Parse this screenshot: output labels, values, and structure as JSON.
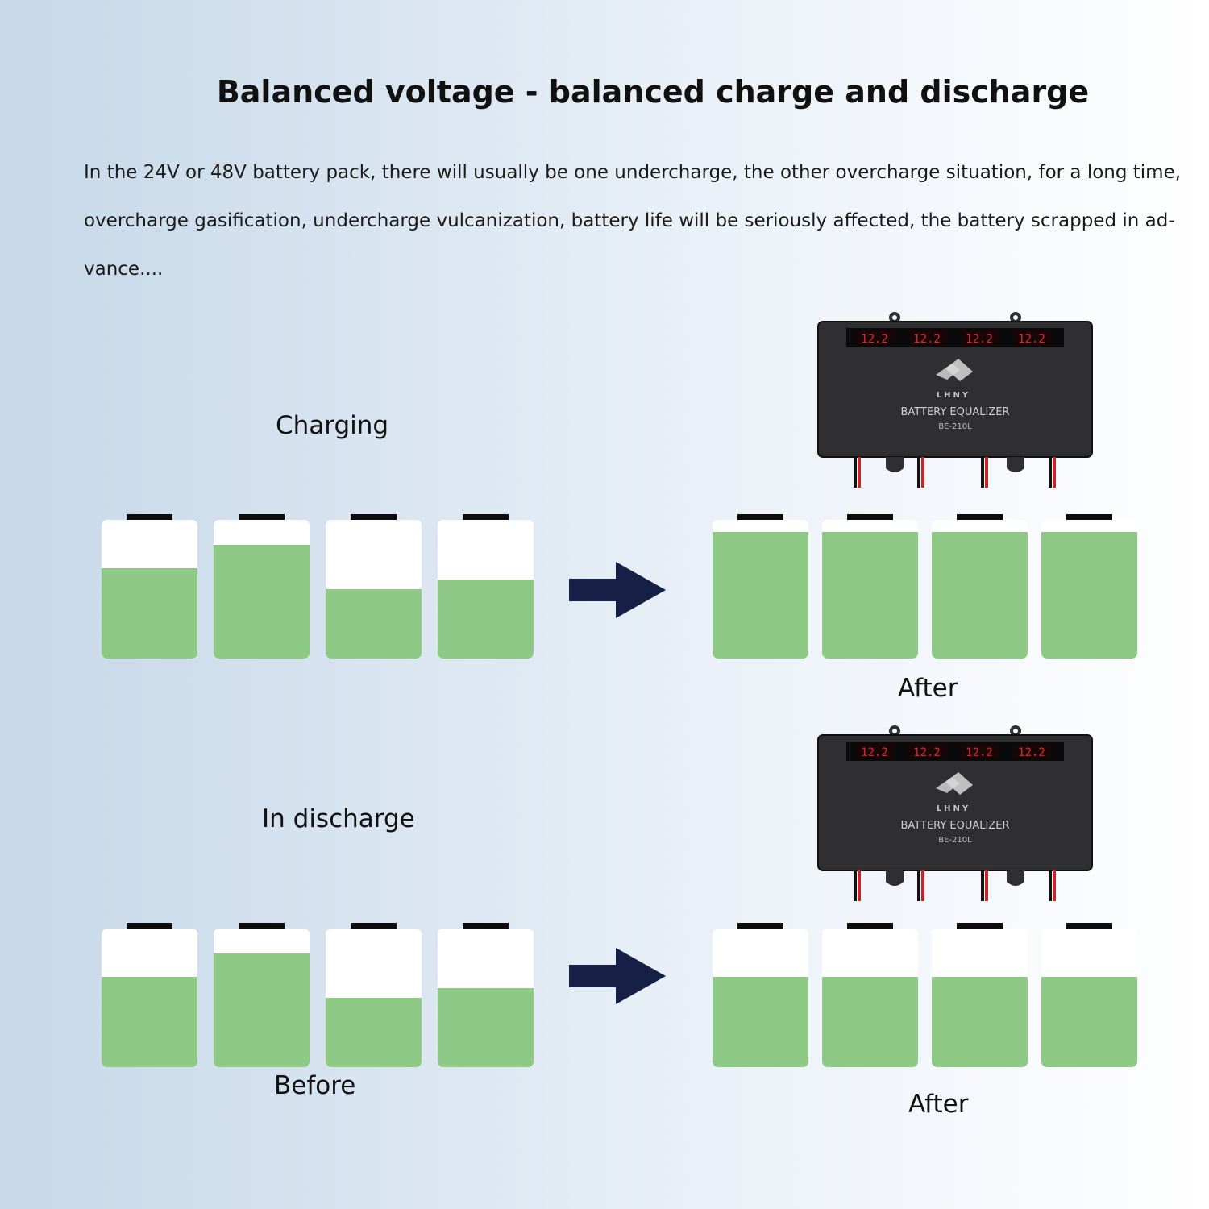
{
  "title": "Balanced voltage - balanced charge and discharge",
  "description_lines": [
    "In the 24V or 48V battery pack, there will usually be one undercharge, the other overcharge situation, for a long time,",
    "overcharge gasification, undercharge vulcanization, battery life will be seriously affected, the battery scrapped in ad-",
    "vance...."
  ],
  "charging": {
    "label": "Charging",
    "after_label": "After",
    "before_levels": [
      0.65,
      0.82,
      0.5,
      0.57
    ],
    "after_levels": [
      0.91,
      0.91,
      0.91,
      0.91
    ]
  },
  "discharge": {
    "label": "In discharge",
    "before_label": "Before",
    "after_label": "After",
    "before_levels": [
      0.65,
      0.82,
      0.5,
      0.57
    ],
    "after_levels": [
      0.65,
      0.65,
      0.65,
      0.65
    ]
  },
  "device": {
    "brand": "LHNY",
    "name": "BATTERY EQUALIZER",
    "model": "BE-210L",
    "readings": [
      "12.2",
      "12.2",
      "12.2",
      "12.2"
    ]
  },
  "colors": {
    "charge_fill": "#8ec985",
    "battery_empty": "#ffffff",
    "arrow": "#161f45",
    "device_body": "#2f2f31",
    "display_digits": "#e0262b"
  }
}
